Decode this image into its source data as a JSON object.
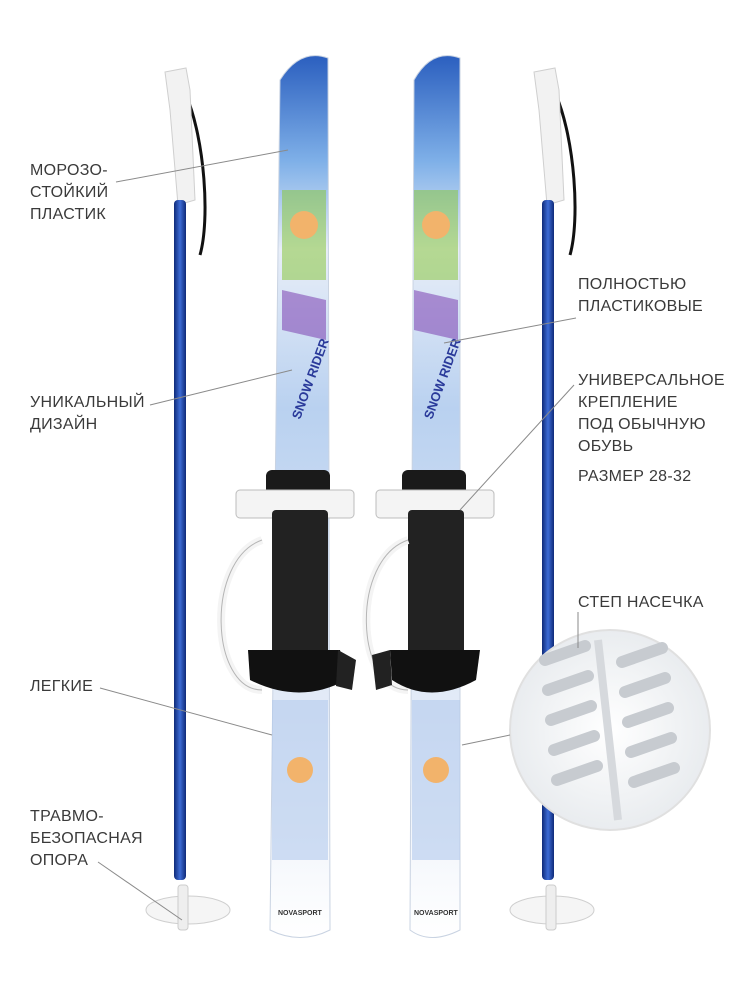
{
  "colors": {
    "background": "#ffffff",
    "text": "#3a3a3a",
    "leader_line": "#8a8a8a",
    "pole_shaft": "#1e3f9a",
    "ski_tip_blue": "#2f68c4",
    "binding_black": "#1a1a1a",
    "strap_white": "#f4f4f4"
  },
  "labels": {
    "frost_resistant": [
      "МОРОЗО-",
      "СТОЙКИЙ",
      "ПЛАСТИК"
    ],
    "unique_design": [
      "УНИКАЛЬНЫЙ",
      "ДИЗАЙН"
    ],
    "light": [
      "ЛЕГКИЕ"
    ],
    "safe_tip": [
      "ТРАВМО-",
      "БЕЗОПАСНАЯ",
      "ОПОРА"
    ],
    "all_plastic": [
      "ПОЛНОСТЬЮ",
      "ПЛАСТИКОВЫЕ"
    ],
    "universal_binding": [
      "УНИВЕРСАЛЬНОЕ",
      "КРЕПЛЕНИЕ",
      "ПОД ОБЫЧНУЮ",
      "ОБУВЬ"
    ],
    "size": "РАЗМЕР 28-32",
    "step_notch": "СТЕП НАСЕЧКА"
  },
  "product": {
    "ski_text": "SNOW RIDER",
    "brand": "NOVASPORT"
  }
}
